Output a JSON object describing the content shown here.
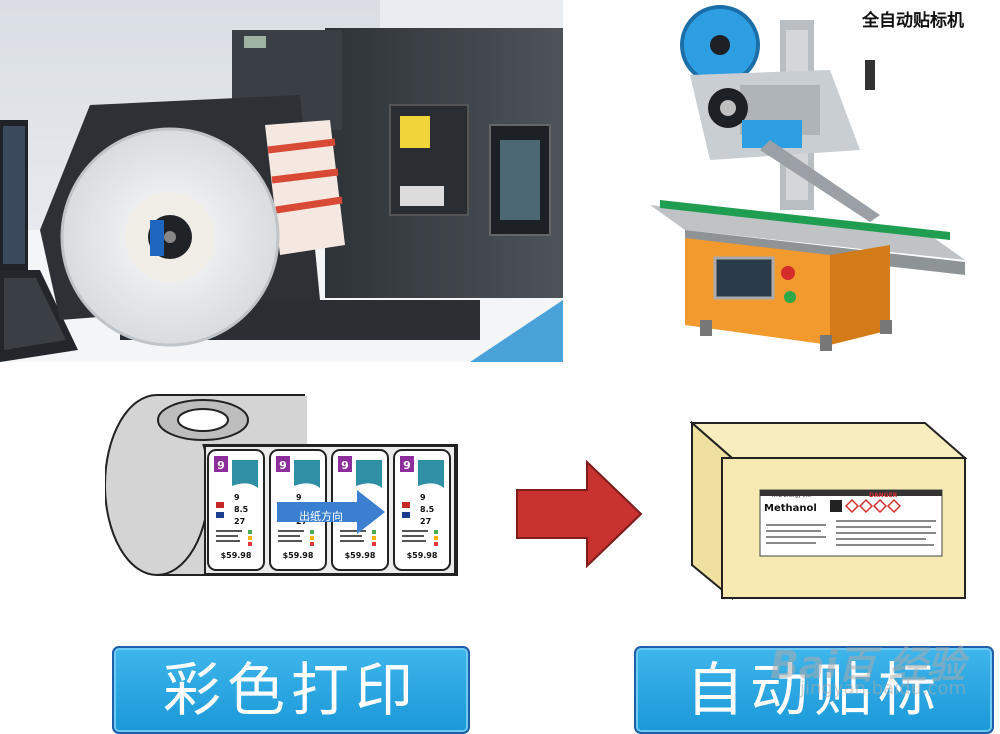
{
  "machine_caption": "全自动贴标机",
  "print_button_label": "彩色打印",
  "labeling_button_label": "自动贴标",
  "direction_label": "出纸方向",
  "label_roll": {
    "label_number": "9",
    "label_values": [
      "9",
      "8.5",
      "27"
    ],
    "price": "$59.98"
  },
  "box_label": {
    "product_name": "Methanol",
    "hazard_word": "DANGER",
    "company": "XYZ Energy Inc."
  },
  "watermark": {
    "logo": "Bai百 经验",
    "url": "jingyan.baidu.com"
  },
  "colors": {
    "button_fill": "#22a6e3",
    "button_border": "#1d5fa8",
    "arrow": "#c8322f",
    "box_face": "#f6eab2",
    "label_accent": "#8e2e9c",
    "machine_orange": "#f29a2e"
  }
}
